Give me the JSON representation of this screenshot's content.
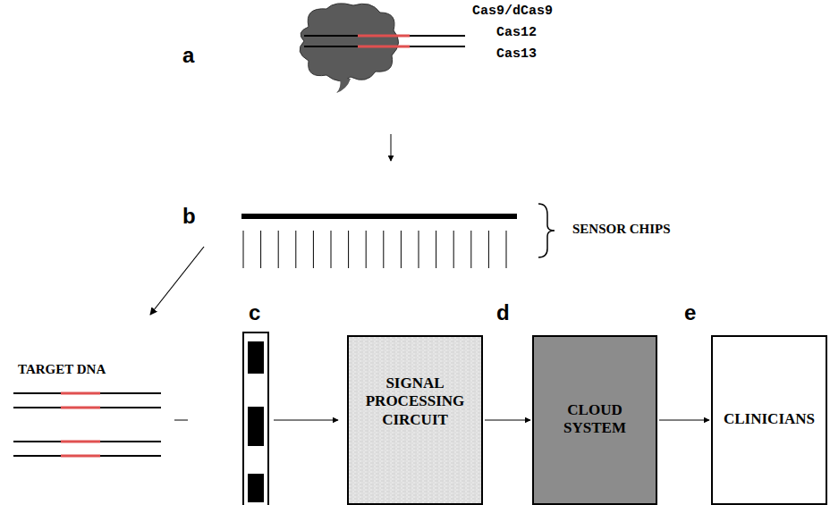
{
  "diagram": {
    "nodes": [
      {
        "text": [
          "SIGNAL PROCESSING CIRCUIT"
        ]
      },
      {
        "text": [
          "CLOUD SYSTEM"
        ]
      },
      {
        "text": [
          "CLINICIANS"
        ]
      }
    ],
    "edges": [
      {
        "from": 0,
        "to": 1,
        "arrow": "to"
      },
      {
        "from": 1,
        "to": 2,
        "arrow": "to"
      }
    ],
    "labels": [
      "a",
      "Cas9/dCas9",
      "Cas12",
      "Cas13",
      "b",
      "SENSOR CHIPS",
      "TARGET DNA",
      "c",
      "d",
      "e"
    ]
  }
}
